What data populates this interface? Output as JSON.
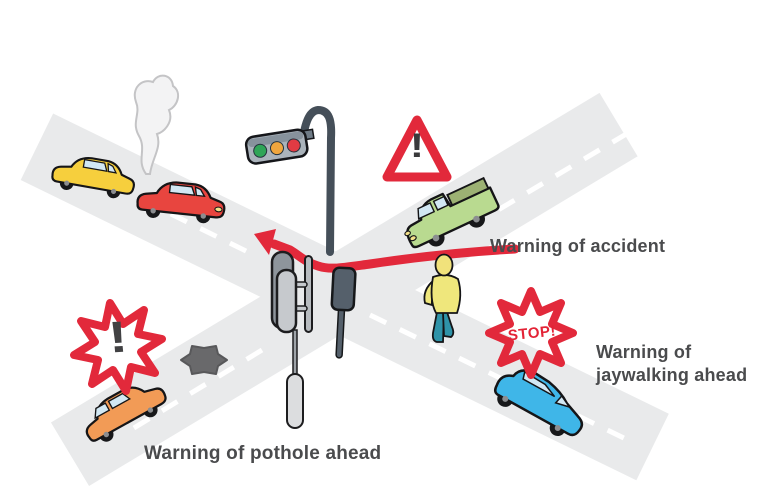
{
  "scene": {
    "background": "#ffffff",
    "road_color": "#e9eaeb",
    "lane_dash_color": "#ffffff",
    "accent_red": "#e2293b",
    "label_color": "#4a4b4d",
    "pothole_color": "#69696b",
    "smoke_color": "#f3f3f4",
    "pole_color": "#454f59",
    "sign_back_dark": "#8e959c",
    "sign_back_light": "#c6c9cd",
    "sign_back_slate": "#55606b",
    "bollard_color": "#dcdddf"
  },
  "labels": {
    "accident": "Warning of accident",
    "jaywalking_line1": "Warning of",
    "jaywalking_line2": "jaywalking ahead",
    "pothole": "Warning of pothole ahead"
  },
  "warning_signs": {
    "triangle_exclamation": "!",
    "star_exclamation": "!",
    "stop_burst": "STOP!"
  },
  "traffic_light": {
    "green": "#2fa557",
    "amber": "#f0a63e",
    "red": "#e23b43",
    "housing": "#aab3bb"
  },
  "vehicles": {
    "yellow_car": {
      "color": "#f6cf3d",
      "note": "crashed, rear-ending red car"
    },
    "red_car": {
      "color": "#e8453f",
      "note": "crashed, smoking"
    },
    "green_pickup": {
      "color": "#b9da90",
      "bed": "#9cb173"
    },
    "orange_car": {
      "color": "#f29b56",
      "note": "approaching pothole"
    },
    "blue_car": {
      "color": "#3fb6e8",
      "note": "approaching jaywalker"
    },
    "window_color": "#d2e8f4",
    "headlight_color": "#f3e18a"
  },
  "pedestrian": {
    "skin": "#f1e27b",
    "shirt": "#efe77c",
    "pants": "#2f93a8"
  }
}
